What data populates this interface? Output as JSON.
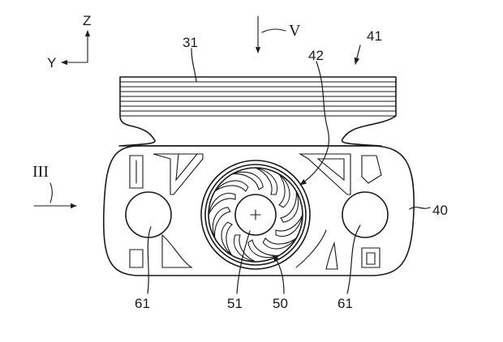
{
  "axes": {
    "z_label": "Z",
    "y_label": "Y"
  },
  "views": {
    "v_label": "V",
    "iii_label": "III"
  },
  "labels": {
    "l31": "31",
    "l41": "41",
    "l42": "42",
    "l40": "40",
    "l61_left": "61",
    "l51": "51",
    "l50": "50",
    "l61_right": "61"
  },
  "colors": {
    "ink": "#1a1a1a",
    "background": "#ffffff"
  }
}
